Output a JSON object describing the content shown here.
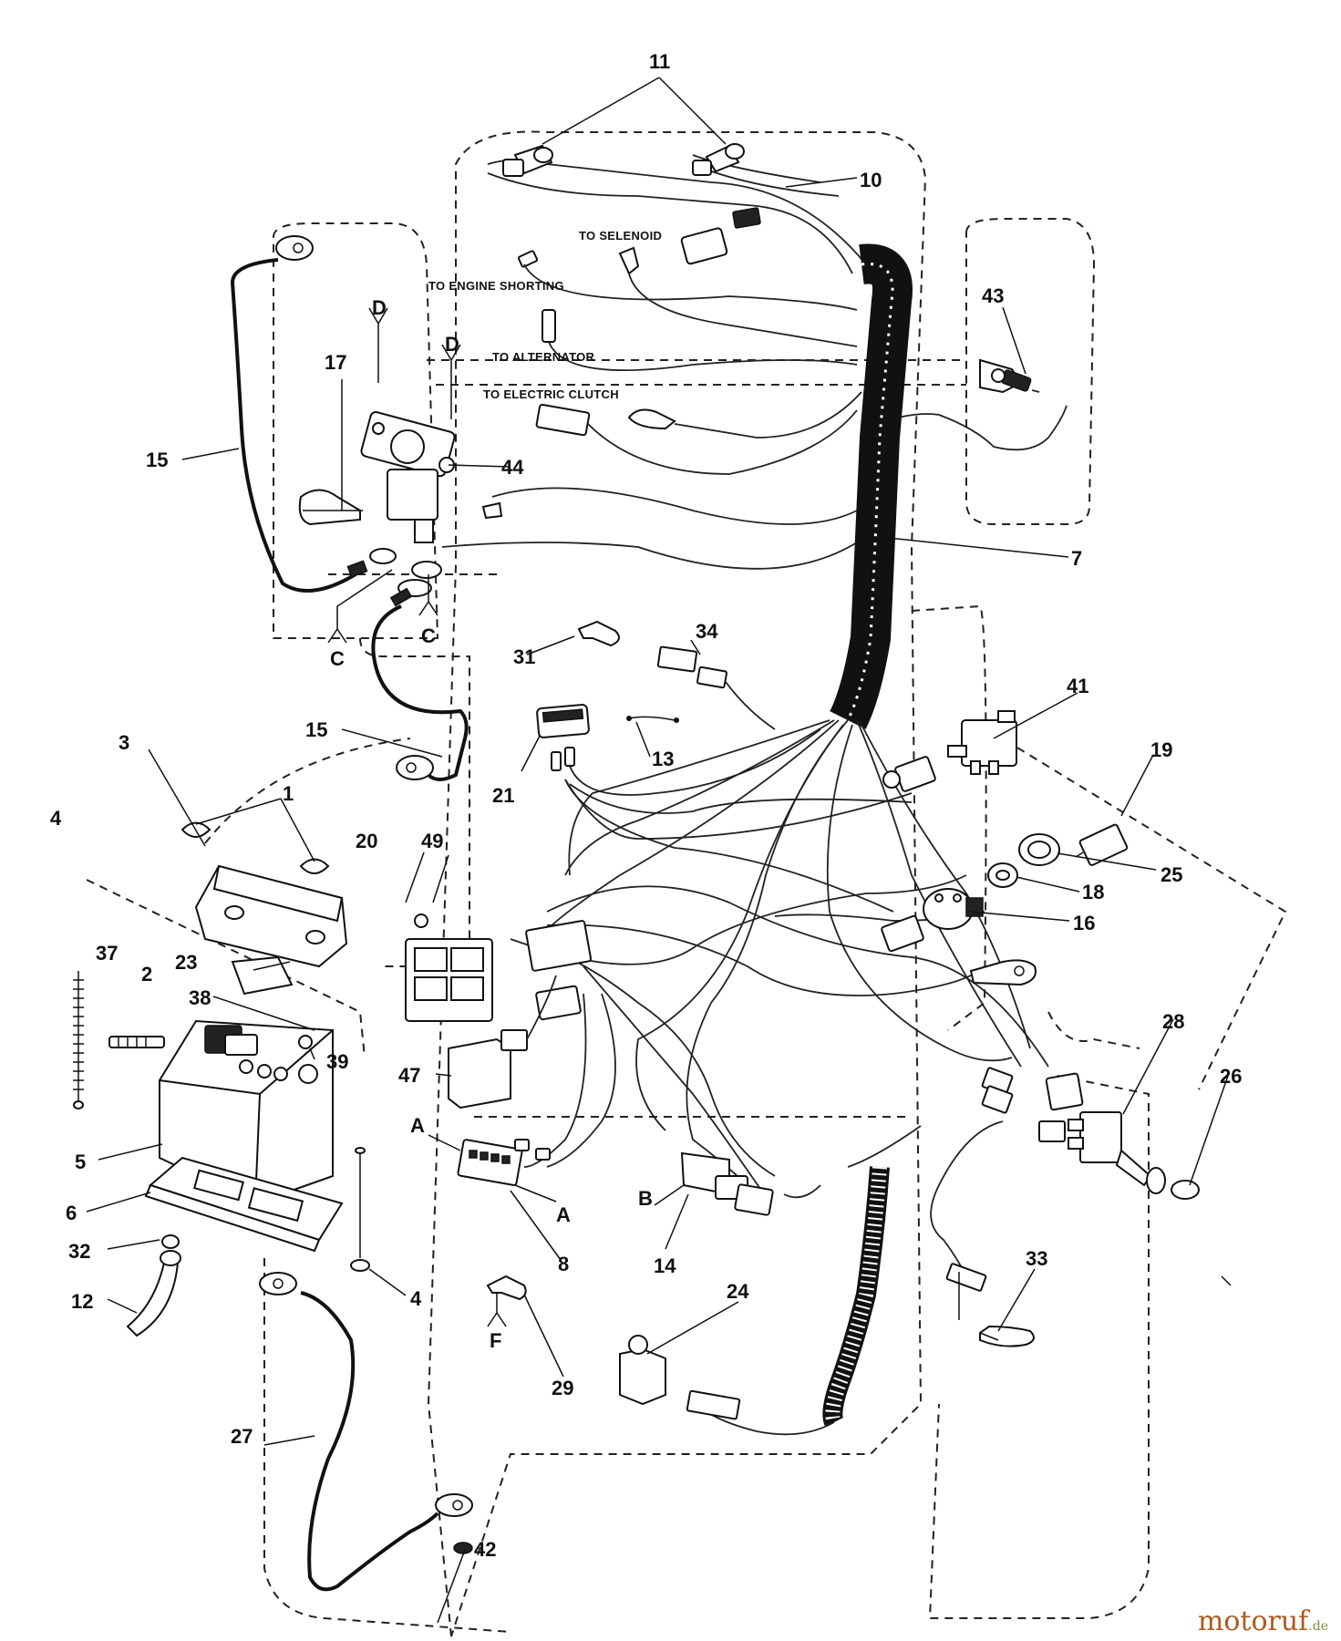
{
  "callouts": [
    "1",
    "2",
    "3",
    "4",
    "4",
    "5",
    "6",
    "7",
    "8",
    "10",
    "11",
    "12",
    "13",
    "14",
    "15",
    "15",
    "16",
    "17",
    "18",
    "19",
    "20",
    "21",
    "23",
    "24",
    "25",
    "26",
    "27",
    "28",
    "29",
    "31",
    "32",
    "33",
    "34",
    "37",
    "38",
    "39",
    "41",
    "42",
    "43",
    "44",
    "47",
    "49"
  ],
  "notes": {
    "to_selenoid": "TO SELENOID",
    "to_engine_shorting": "TO ENGINE SHORTING",
    "to_alternator": "TO ALTERNATOR",
    "to_electric_clutch": "TO ELECTRIC CLUTCH"
  },
  "connection_letters": {
    "d1": "D",
    "d2": "D",
    "c1": "C",
    "c2": "C",
    "a1": "A",
    "a2": "A",
    "b": "B",
    "f": "F"
  },
  "watermark": {
    "brand": "motoruf",
    "tld": ".de",
    "color": "#b05a1e"
  }
}
